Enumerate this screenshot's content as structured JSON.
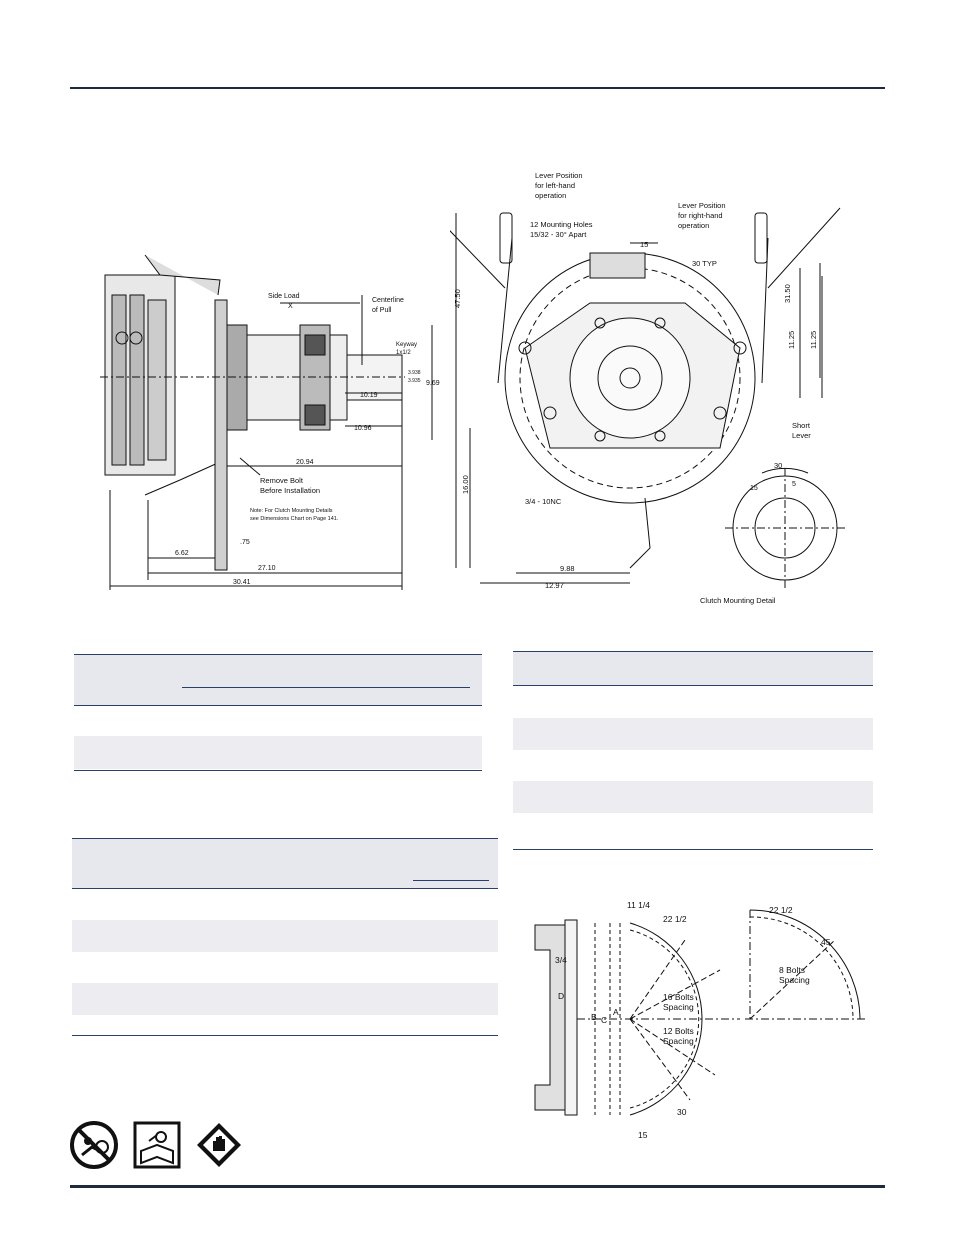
{
  "left_drawing": {
    "side_load_label": "Side Load",
    "side_load_x": "X",
    "centerline_label_1": "Centerline",
    "centerline_label_2": "of Pull",
    "keyway_label_1": "Keyway",
    "keyway_label_2": "1x1/2",
    "shaft_dia_1": "3.938",
    "shaft_dia_2": "3.935",
    "dim_969": "9.69",
    "dim_1019": "10.19",
    "dim_1096": "10.96",
    "dim_2094": "20.94",
    "remove_bolt_1": "Remove Bolt",
    "remove_bolt_2": "Before Installation",
    "note_1": "Note: For Clutch Mounting Details",
    "note_2": "see Dimensions Chart on Page 141.",
    "dim_075": ".75",
    "dim_662": "6.62",
    "dim_2710": "27.10",
    "dim_3041": "30.41"
  },
  "right_drawing": {
    "lever_left_1": "Lever Position",
    "lever_left_2": "for left-hand",
    "lever_left_3": "operation",
    "mounting_holes_1": "12 Mounting Holes",
    "mounting_holes_2": "15/32 - 30° Apart",
    "lever_right_1": "Lever Position",
    "lever_right_2": "for right-hand",
    "lever_right_3": "operation",
    "dim_15": "15",
    "dim_30typ": "30 TYP",
    "dim_4750": "47.50",
    "dim_3150": "31.50",
    "dim_1125a": "11.25",
    "dim_1125b": "11.25",
    "short_lever_1": "Short",
    "short_lever_2": "Lever",
    "dim_1600": "16.00",
    "thread_label": "3/4 - 10NC",
    "dim_988": "9.88",
    "dim_1297": "12.97",
    "detail_30": "30",
    "detail_15": "15",
    "detail_5": "5",
    "detail_caption": "Clutch Mounting Detail"
  },
  "bolt_drawing": {
    "dim_11_1_4": "11 1/4",
    "dim_22_1_2_a": "22 1/2",
    "dim_3_4": "3/4",
    "label_d": "D",
    "label_b": "B",
    "label_c": "C",
    "label_a": "A",
    "bolts16_1": "16 Bolts",
    "bolts16_2": "Spacing",
    "bolts12_1": "12 Bolts",
    "bolts12_2": "Spacing",
    "dim_30": "30",
    "dim_15": "15",
    "dim_22_1_2_b": "22 1/2",
    "dim_45": "45",
    "bolts8_1": "8 Bolts",
    "bolts8_2": "Spacing"
  },
  "safety_icons": [
    "entanglement-hazard-icon",
    "read-manual-icon",
    "hand-hazard-icon"
  ],
  "colors": {
    "rule": "#1f2a3a",
    "table_band": "#e7e8ee",
    "table_line": "#2c3e6a"
  }
}
